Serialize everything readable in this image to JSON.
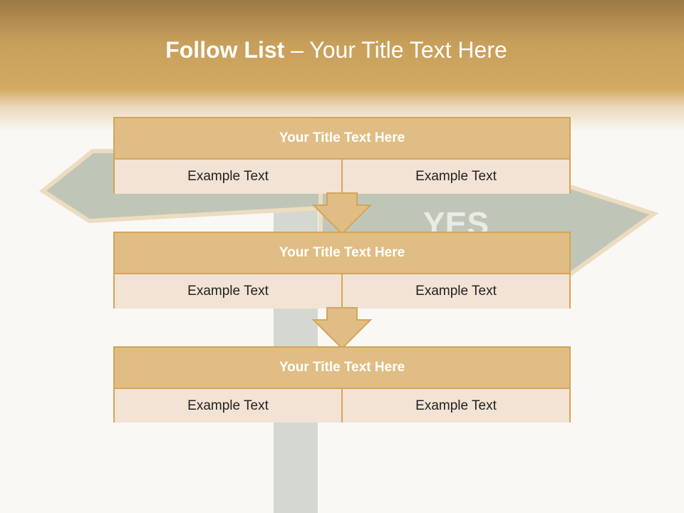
{
  "slide": {
    "title_bold": "Follow List",
    "title_rest": " – Your Title Text Here",
    "sign_text": "YES",
    "items": [
      {
        "title": "Your Title Text Here",
        "left": "Example Text",
        "right": "Example Text"
      },
      {
        "title": "Your Title Text Here",
        "left": "Example Text",
        "right": "Example Text"
      },
      {
        "title": "Your Title Text Here",
        "left": "Example Text",
        "right": "Example Text"
      }
    ]
  },
  "colors": {
    "accent": "#d4a55a",
    "title_bar": "#e0bd84",
    "cell_bg": "#f2e3d4",
    "header_dark": "#9a7a45"
  }
}
